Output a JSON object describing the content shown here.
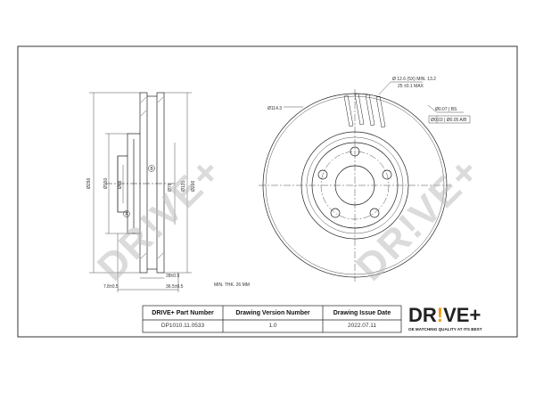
{
  "title_block": {
    "part_number_label": "DRIVE+ Part Number",
    "version_label": "Drawing Version Number",
    "issue_date_label": "Drawing Issue Date",
    "part_number": "DP1010.11.0533",
    "version": "1.0",
    "issue_date": "2022.07.11"
  },
  "logo": {
    "brand": "DR!VE+",
    "tagline": "OE MATCHING QUALITY AT ITS BEST",
    "accent_color": "#f39c12"
  },
  "watermark": {
    "text": "DR!VE+"
  },
  "side_view": {
    "dims": {
      "d_outer": "Ø296",
      "d_hub1": "Ø150",
      "d_hub2": "Ø68",
      "d_center": "Ø76",
      "d_bore": "Ø135",
      "d_outer2": "Ø296",
      "marker_a": "A",
      "marker_b": "B",
      "w_top": "28±0.5",
      "w_bottom": "36.5±0.5",
      "w_left": "7.8±0.5"
    },
    "min_thickness": "MIN. THK. 26 MM"
  },
  "front_view": {
    "hole_note_1": "Ø 12.6 (5X) MIN. 13.2",
    "hole_note_2": "25 ±0.1 MAX",
    "pcd_note": "Ø114.3",
    "runout_1": "Ø0.07 | BS",
    "runout_2": "Ø0.03 | Ø0.05 A/B"
  },
  "colors": {
    "line": "#222222",
    "border": "#333333",
    "watermark": "#bdbdbd"
  }
}
